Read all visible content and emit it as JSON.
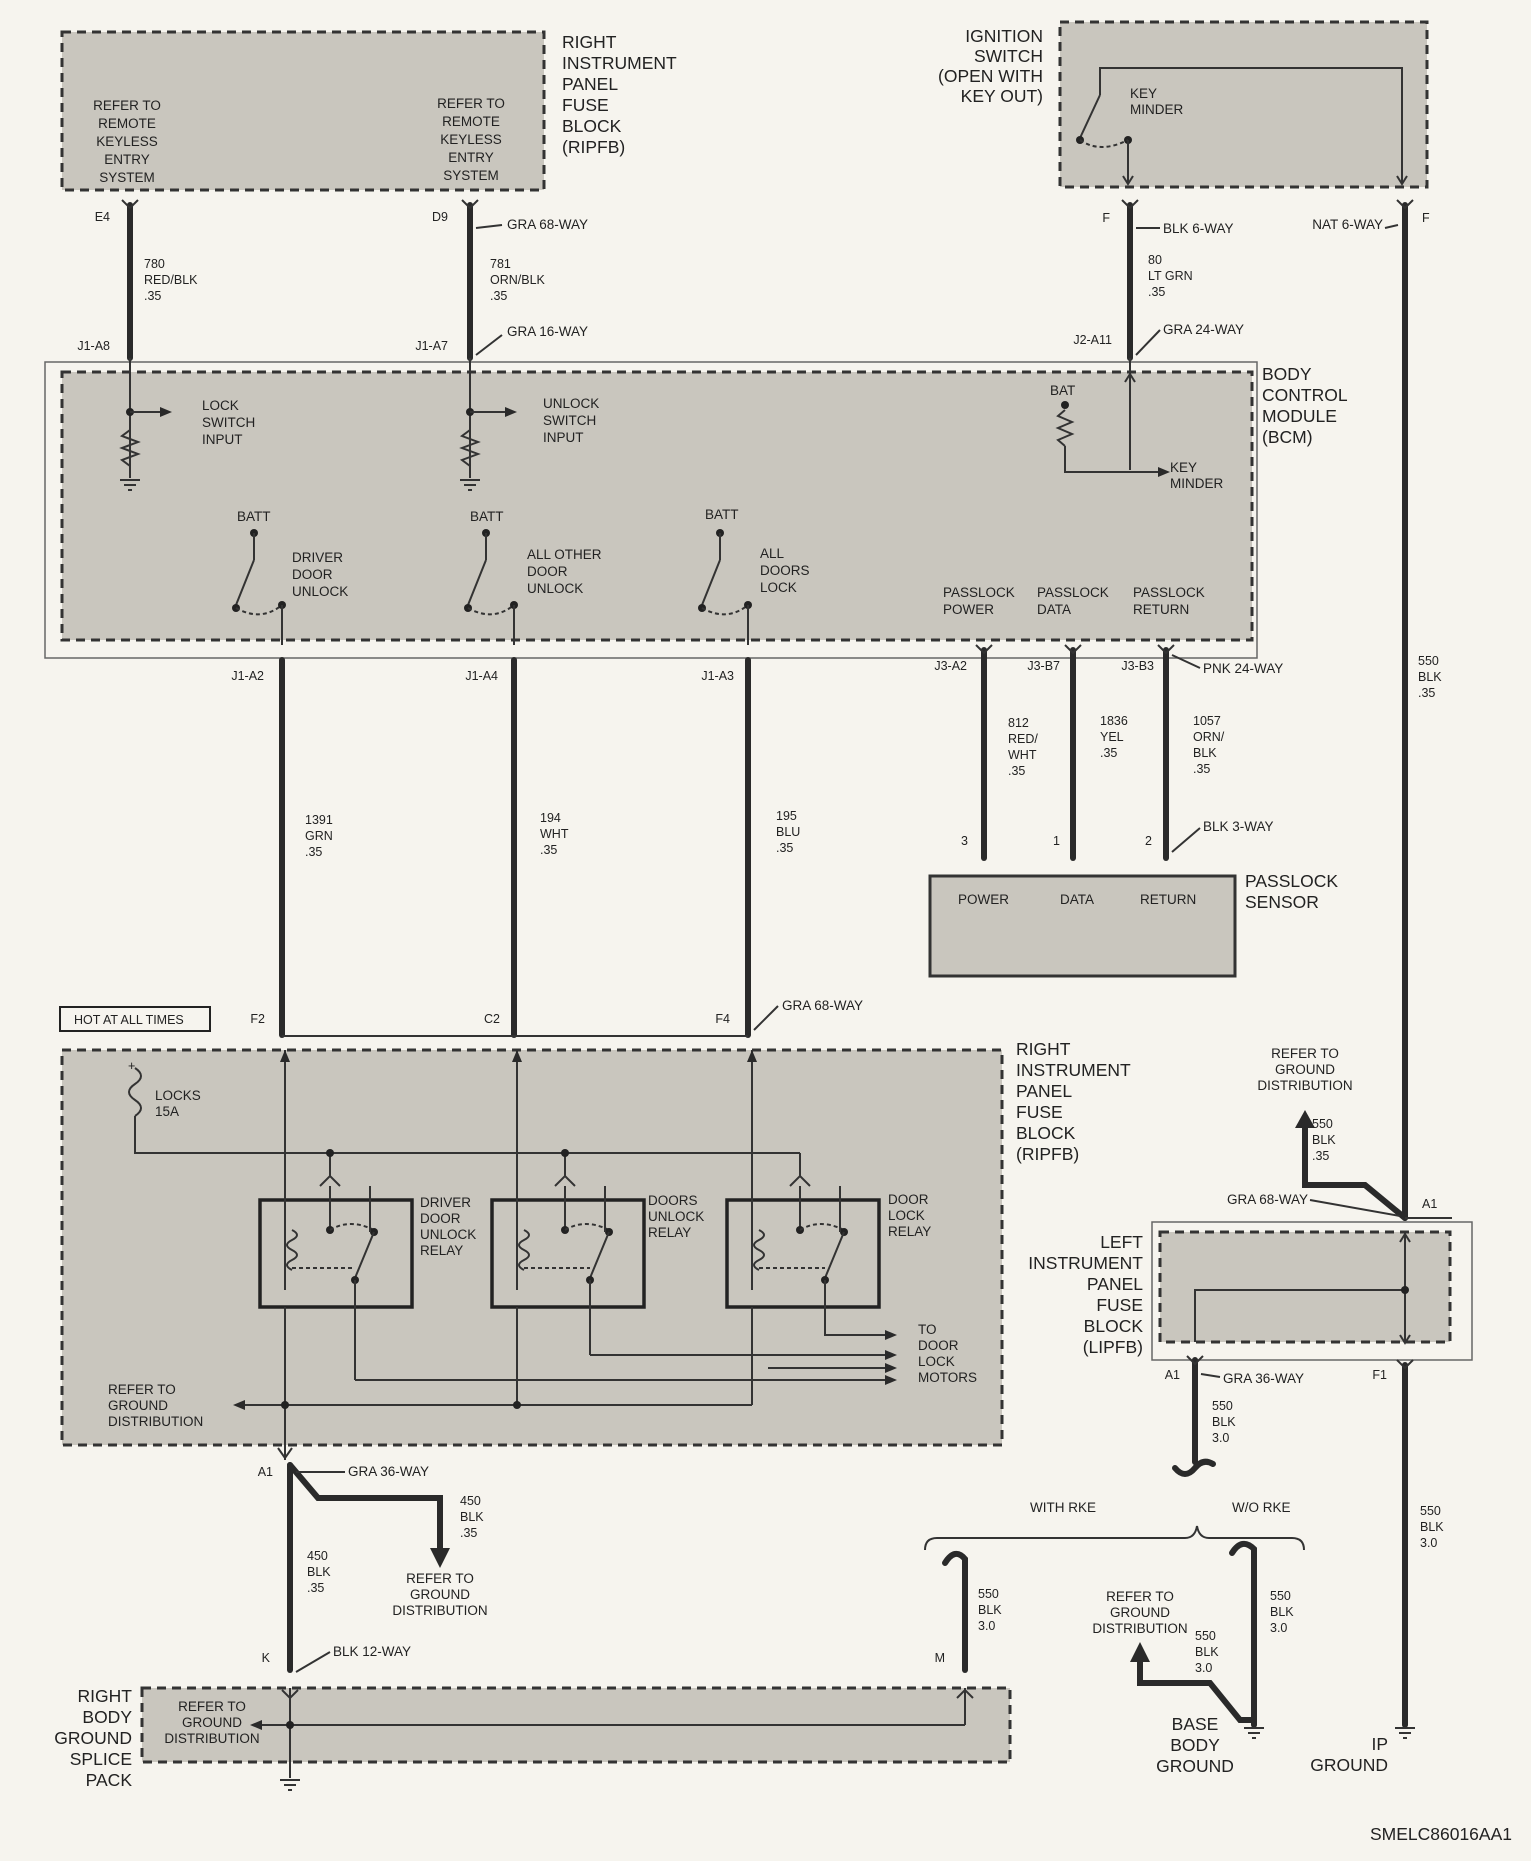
{
  "diagram_id": "SMELC86016AA1",
  "notes": {
    "hot_at_all_times": "HOT AT ALL TIMES"
  },
  "ripfb_top": {
    "title": [
      "RIGHT",
      "INSTRUMENT",
      "PANEL",
      "FUSE",
      "BLOCK",
      "(RIPFB)"
    ],
    "left_ref": [
      "REFER TO",
      "REMOTE",
      "KEYLESS",
      "ENTRY",
      "SYSTEM"
    ],
    "right_ref": [
      "REFER TO",
      "REMOTE",
      "KEYLESS",
      "ENTRY",
      "SYSTEM"
    ]
  },
  "ignition": {
    "title": [
      "IGNITION",
      "SWITCH",
      "(OPEN WITH",
      "KEY OUT)"
    ],
    "key_minder": [
      "KEY",
      "MINDER"
    ]
  },
  "bcm": {
    "title": [
      "BODY",
      "CONTROL",
      "MODULE",
      "(BCM)"
    ],
    "lock_input": [
      "LOCK",
      "SWITCH",
      "INPUT"
    ],
    "unlock_input": [
      "UNLOCK",
      "SWITCH",
      "INPUT"
    ],
    "bat": "BAT",
    "key_minder": [
      "KEY",
      "MINDER"
    ],
    "batt": "BATT",
    "driver_unlock": [
      "DRIVER",
      "DOOR",
      "UNLOCK"
    ],
    "other_unlock": [
      "ALL OTHER",
      "DOOR",
      "UNLOCK"
    ],
    "doors_lock": [
      "ALL",
      "DOORS",
      "LOCK"
    ],
    "passlock_power": [
      "PASSLOCK",
      "POWER"
    ],
    "passlock_data": [
      "PASSLOCK",
      "DATA"
    ],
    "passlock_return": [
      "PASSLOCK",
      "RETURN"
    ]
  },
  "passlock_sensor": {
    "title": [
      "PASSLOCK",
      "SENSOR"
    ],
    "power": "POWER",
    "data": "DATA",
    "return": "RETURN"
  },
  "ripfb_bottom": {
    "title": [
      "RIGHT",
      "INSTRUMENT",
      "PANEL",
      "FUSE",
      "BLOCK",
      "(RIPFB)"
    ],
    "fuse": [
      "LOCKS",
      "15A"
    ],
    "relay1": [
      "DRIVER",
      "DOOR",
      "UNLOCK",
      "RELAY"
    ],
    "relay2": [
      "DOORS",
      "UNLOCK",
      "RELAY"
    ],
    "relay3": [
      "DOOR",
      "LOCK",
      "RELAY"
    ],
    "motors": [
      "TO",
      "DOOR",
      "LOCK",
      "MOTORS"
    ],
    "ground_ref": [
      "REFER TO",
      "GROUND",
      "DISTRIBUTION"
    ]
  },
  "lipfb": {
    "title": [
      "LEFT",
      "INSTRUMENT",
      "PANEL",
      "FUSE",
      "BLOCK",
      "(LIPFB)"
    ]
  },
  "splice_pack": {
    "title": [
      "RIGHT",
      "BODY",
      "GROUND",
      "SPLICE",
      "PACK"
    ],
    "ref": [
      "REFER TO",
      "GROUND",
      "DISTRIBUTION"
    ]
  },
  "grounds": {
    "base_body": [
      "BASE",
      "BODY",
      "GROUND"
    ],
    "ip": [
      "IP",
      "GROUND"
    ],
    "base_ref": [
      "REFER TO",
      "GROUND",
      "DISTRIBUTION"
    ],
    "upper_ref": [
      "REFER TO",
      "GROUND",
      "DISTRIBUTION"
    ],
    "mid_ref": [
      "REFER TO",
      "GROUND",
      "DISTRIBUTION"
    ]
  },
  "options": {
    "with_rke": "WITH RKE",
    "without_rke": "W/O RKE"
  },
  "connectors": {
    "gra68_top": "GRA 68-WAY",
    "gra16": "GRA 16-WAY",
    "blk6": "BLK 6-WAY",
    "nat6": "NAT 6-WAY",
    "gra24": "GRA 24-WAY",
    "pnk24": "PNK 24-WAY",
    "blk3": "BLK 3-WAY",
    "gra68_mid": "GRA 68-WAY",
    "gra68_lipfb": "GRA 68-WAY",
    "gra36_lipfb": "GRA 36-WAY",
    "gra36_ripfb": "GRA 36-WAY",
    "blk12": "BLK 12-WAY"
  },
  "pins": {
    "e4": "E4",
    "d9": "D9",
    "j1a8": "J1-A8",
    "j1a7": "J1-A7",
    "f_ign": "F",
    "f_nat": "F",
    "j2a11": "J2-A11",
    "j1a2": "J1-A2",
    "j1a4": "J1-A4",
    "j1a3": "J1-A3",
    "j3a2": "J3-A2",
    "j3b7": "J3-B7",
    "j3b3": "J3-B3",
    "p3": "3",
    "p1": "1",
    "p2": "2",
    "f2": "F2",
    "c2": "C2",
    "f4": "F4",
    "a1_lipfb_top": "A1",
    "a1_lipfb_bot": "A1",
    "f1": "F1",
    "a1_ripfb": "A1",
    "k": "K",
    "m": "M"
  },
  "wires": {
    "w780": [
      "780",
      "RED/BLK",
      ".35"
    ],
    "w781": [
      "781",
      "ORN/BLK",
      ".35"
    ],
    "w80": [
      "80",
      "LT GRN",
      ".35"
    ],
    "w550_main": [
      "550",
      "BLK",
      ".35"
    ],
    "w1391": [
      "1391",
      "GRN",
      ".35"
    ],
    "w194": [
      "194",
      "WHT",
      ".35"
    ],
    "w195": [
      "195",
      "BLU",
      ".35"
    ],
    "w812": [
      "812",
      "RED/",
      "WHT",
      ".35"
    ],
    "w1836": [
      "1836",
      "YEL",
      ".35"
    ],
    "w1057": [
      "1057",
      "ORN/",
      "BLK",
      ".35"
    ],
    "w550_upper": [
      "550",
      "BLK",
      ".35"
    ],
    "w550_lipfb": [
      "550",
      "BLK",
      "3.0"
    ],
    "w550_ip": [
      "550",
      "BLK",
      "3.0"
    ],
    "w450_a": [
      "450",
      "BLK",
      ".35"
    ],
    "w450_b": [
      "450",
      "BLK",
      ".35"
    ],
    "w550_rke": [
      "550",
      "BLK",
      "3.0"
    ],
    "w550_worke": [
      "550",
      "BLK",
      "3.0"
    ],
    "w550_base": [
      "550",
      "BLK",
      "3.0"
    ]
  }
}
